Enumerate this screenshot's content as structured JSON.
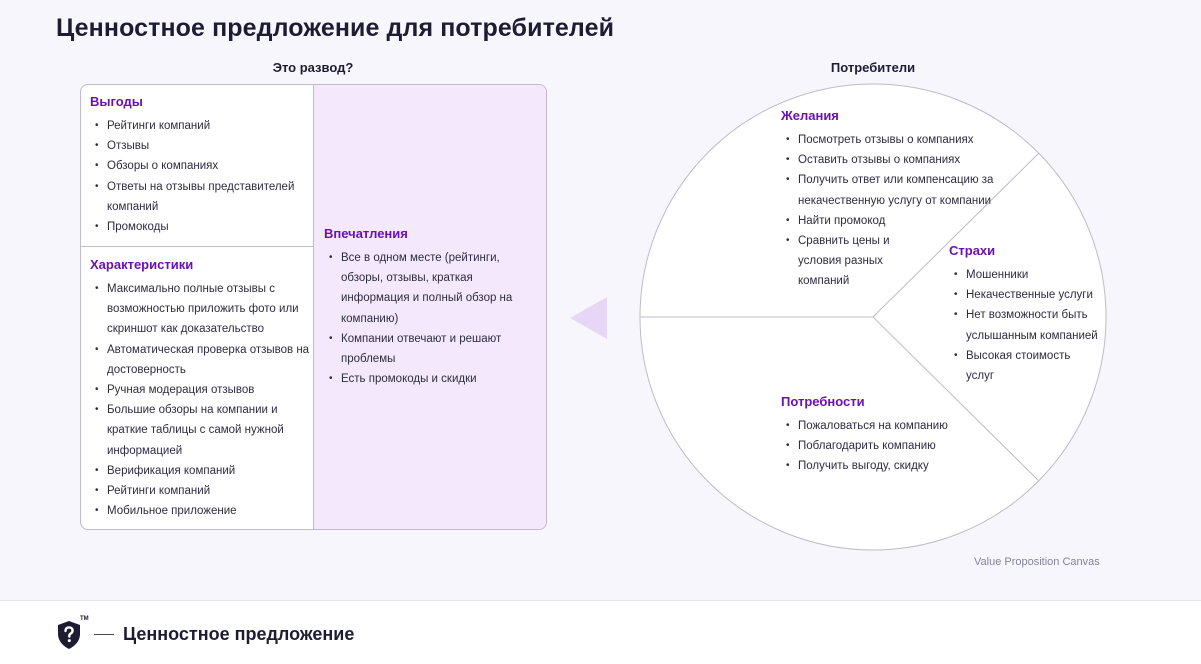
{
  "title": "Ценностное предложение для потребителей",
  "product_label": "Это развод?",
  "customer_label": "Потребители",
  "benefits": {
    "heading": "Выгоды",
    "items": [
      "Рейтинги компаний",
      "Отзывы",
      "Обзоры о компаниях",
      "Ответы на отзывы представителей компаний",
      "Промокоды"
    ]
  },
  "features": {
    "heading": "Характеристики",
    "items": [
      "Максимально полные отзывы с возможностью приложить фото или скриншот как доказательство",
      "Автоматическая проверка отзывов на достоверность",
      "Ручная модерация отзывов",
      "Большие обзоры на компании и краткие таблицы с самой нужной информацией",
      "Верификация компаний",
      "Рейтинги компаний",
      "Мобильное приложение"
    ]
  },
  "experiences": {
    "heading": "Впечатления",
    "items": [
      "Все в одном месте (рейтинги, обзоры, отзывы, краткая информация и полный обзор на компанию)",
      "Компании отвечают и решают проблемы",
      "Есть промокоды и скидки"
    ]
  },
  "wants": {
    "heading": "Желания",
    "items": [
      "Посмотреть отзывы о компаниях",
      "Оставить отзывы о компаниях",
      "Получить ответ или компенсацию за некачественную услугу от компании",
      "Найти промокод",
      "Сравнить цены и  условия разных компаний"
    ]
  },
  "fears": {
    "heading": "Страхи",
    "items": [
      "Мошенники",
      "Некачественные услуги",
      "Нет возможности быть услышанным компанией",
      "Высокая стоимость услуг"
    ]
  },
  "needs": {
    "heading": "Потребности",
    "items": [
      "Пожаловаться на компанию",
      "Поблагодарить компанию",
      "Получить выгоду, скидку"
    ]
  },
  "footnote": "Value Proposition Canvas",
  "footer": {
    "logo_icon": "shield-question-icon",
    "tm": "TM",
    "text": "Ценностное предложение"
  },
  "colors": {
    "accent": "#6a11b4",
    "experience_bg": "#f4e9fc",
    "arrow": "#e8d6f6"
  }
}
